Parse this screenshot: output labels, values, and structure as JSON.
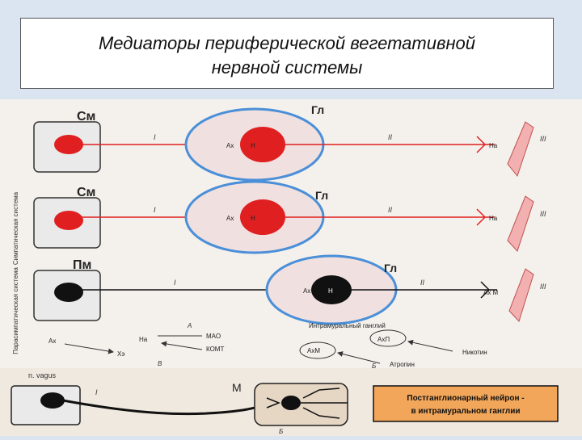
{
  "title": {
    "line1": "Медиаторы периферической вегетативной",
    "line2": "нервной системы"
  },
  "side_labels": {
    "sympathetic": "Симпатическая система",
    "parasympathetic": "Парасимпатическая система"
  },
  "rows": [
    {
      "cns": "См",
      "ganglion": "Гл",
      "synapse": "Ах",
      "gang_receptor": "Н",
      "effector": "На",
      "roman1": "I",
      "roman2": "II",
      "roman3": "III"
    },
    {
      "cns": "См",
      "ganglion": "Гл",
      "synapse": "Ах",
      "gang_receptor": "Н",
      "effector": "На",
      "roman1": "I",
      "roman2": "II",
      "roman3": "III"
    },
    {
      "cns": "Пм",
      "ganglion": "Гл",
      "synapse": "Ах",
      "gang_receptor": "Н",
      "effector": "Ах М",
      "roman1": "I",
      "roman2": "II",
      "roman3": "III"
    }
  ],
  "intramural_label": "Интрамуральный ганглий",
  "metabolism": {
    "letter_a": "А",
    "letter_b": "Б",
    "letter_v": "В",
    "ax": "Ах",
    "xe": "Хэ",
    "na": "На",
    "mao": "МАО",
    "komt": "КОМТ"
  },
  "receptors": {
    "axp": "АхП",
    "axm": "АхМ",
    "nicotine": "Никотин",
    "atropine": "Атропин"
  },
  "bottom": {
    "vagus": "n. vagus",
    "roman": "I",
    "m_label": "М",
    "letter": "Б",
    "box_text_1": "Постганглионарный нейрон -",
    "box_text_2": "в интрамуральном ганглии"
  },
  "colors": {
    "sympathetic": "#e02020",
    "parasympathetic": "#111111",
    "ganglion_fill": "#f0e0e0",
    "ganglion_ring": "#4a8fd8",
    "background": "#dbe5f1",
    "orange_box": "#f2a65a"
  }
}
